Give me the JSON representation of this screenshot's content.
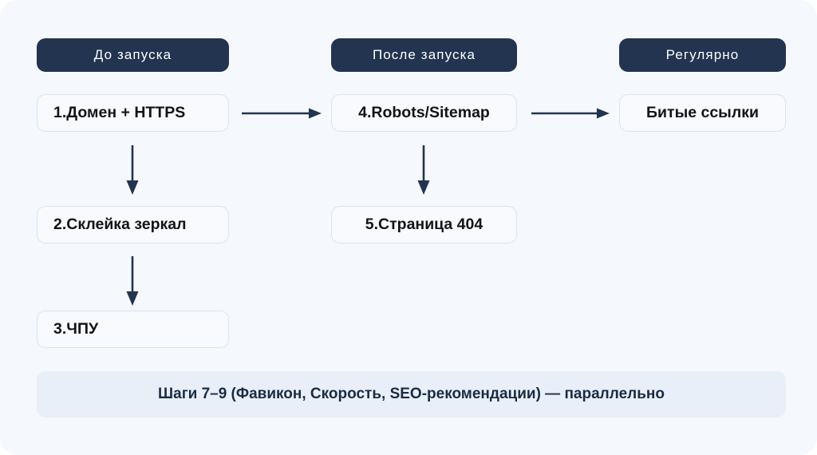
{
  "canvas": {
    "background_color": "#f5f8fc",
    "accent_dark": "#22344f",
    "node_fill": "#f8fafd",
    "node_border": "#d9e3f1",
    "banner_fill": "#e9eff8"
  },
  "columns": [
    {
      "header": "До  запуска"
    },
    {
      "header": "После  запуска"
    },
    {
      "header": "Регулярно"
    }
  ],
  "nodes": [
    {
      "id": "n1",
      "label": "1.Домен + HTTPS",
      "column": 1,
      "row": 1
    },
    {
      "id": "n2",
      "label": "2.Склейка зеркал",
      "column": 1,
      "row": 2
    },
    {
      "id": "n3",
      "label": "3.ЧПУ",
      "column": 1,
      "row": 3
    },
    {
      "id": "n4",
      "label": "4.Robots/Sitemap",
      "column": 2,
      "row": 1
    },
    {
      "id": "n5",
      "label": "5.Страница 404",
      "column": 2,
      "row": 2
    },
    {
      "id": "n6",
      "label": "Битые ссылки",
      "column": 3,
      "row": 1
    }
  ],
  "arrows": [
    {
      "id": "a1",
      "from": "n1",
      "to": "n4",
      "direction": "right"
    },
    {
      "id": "a2",
      "from": "n4",
      "to": "n6",
      "direction": "right"
    },
    {
      "id": "v1",
      "from": "n1",
      "to": "n2",
      "direction": "down"
    },
    {
      "id": "v2",
      "from": "n2",
      "to": "n3",
      "direction": "down"
    },
    {
      "id": "v3",
      "from": "n4",
      "to": "n5",
      "direction": "down"
    }
  ],
  "footer": {
    "text": "Шаги 7–9 (Фавикон, Скорость, SEO-рекомендации) — параллельно"
  }
}
